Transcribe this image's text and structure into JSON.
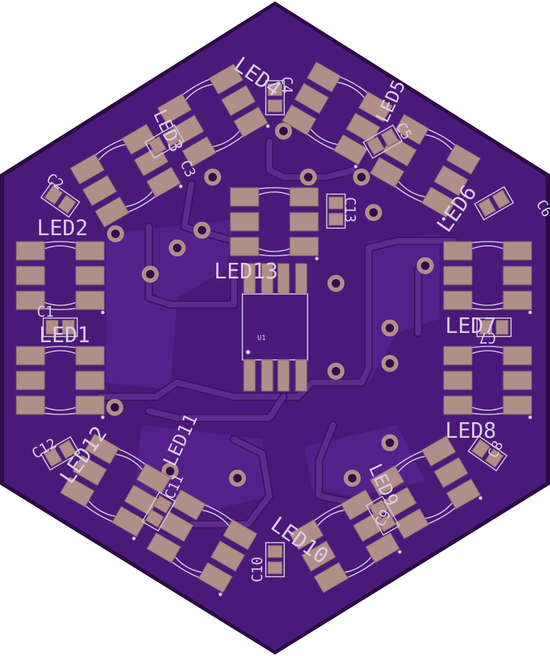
{
  "board": {
    "colors": {
      "background": "#ffffff",
      "soldermask": "#4a1a7a",
      "pour": "#5a2790",
      "edge": "#2b0c44",
      "pad": "#b08f88",
      "silkscreen": "#d8cfe6"
    }
  },
  "leds": [
    {
      "id": "LED1",
      "label": "LED1"
    },
    {
      "id": "LED2",
      "label": "LED2"
    },
    {
      "id": "LED3",
      "label": "LED3"
    },
    {
      "id": "LED4",
      "label": "LED4"
    },
    {
      "id": "LED5",
      "label": "LED5"
    },
    {
      "id": "LED6",
      "label": "LED6"
    },
    {
      "id": "LED7",
      "label": "LED7"
    },
    {
      "id": "LED8",
      "label": "LED8"
    },
    {
      "id": "LED9",
      "label": "LED9"
    },
    {
      "id": "LED10",
      "label": "LED10"
    },
    {
      "id": "LED11",
      "label": "LED11"
    },
    {
      "id": "LED12",
      "label": "LED12"
    },
    {
      "id": "LED13",
      "label": "LED13"
    }
  ],
  "capacitors": [
    {
      "id": "C1",
      "label": "C1"
    },
    {
      "id": "C2",
      "label": "C2"
    },
    {
      "id": "C3",
      "label": "C3"
    },
    {
      "id": "C4",
      "label": "C4"
    },
    {
      "id": "C5",
      "label": "C5"
    },
    {
      "id": "C6",
      "label": "C6"
    },
    {
      "id": "C7",
      "label": "C7"
    },
    {
      "id": "C8",
      "label": "C8"
    },
    {
      "id": "C9",
      "label": "C9"
    },
    {
      "id": "C10",
      "label": "C10"
    },
    {
      "id": "C11",
      "label": "C11"
    },
    {
      "id": "C12",
      "label": "C12"
    },
    {
      "id": "C13",
      "label": "C13"
    }
  ],
  "ic": {
    "id": "U1",
    "label": "U1"
  }
}
